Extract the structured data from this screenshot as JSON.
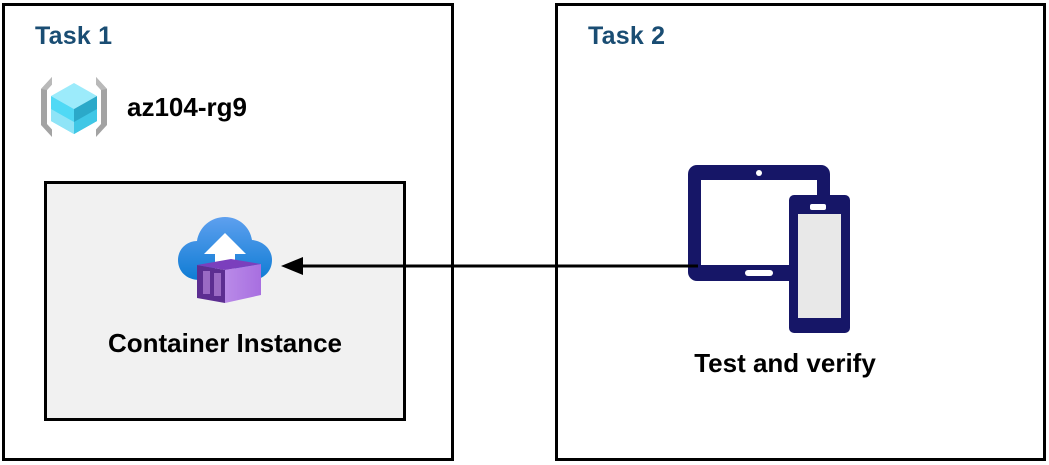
{
  "diagram": {
    "title": "Azure Container Instance deployment and test flow",
    "background_color": "#ffffff",
    "panels": [
      {
        "id": "task1",
        "title": "Task 1",
        "title_color": "#1a4d73",
        "border_color": "#000000",
        "resource_group": {
          "icon": "azure-resource-group-icon",
          "label": "az104-rg9"
        },
        "resource": {
          "icon": "azure-container-instance-icon",
          "label": "Container Instance",
          "box_fill": "#f1f1f1",
          "box_border": "#000000"
        }
      },
      {
        "id": "task2",
        "title": "Task 2",
        "title_color": "#1a4d73",
        "border_color": "#000000",
        "resource": {
          "icon": "tablet-and-phone-devices-icon",
          "label": "Test and verify"
        }
      }
    ],
    "connector": {
      "name": "arrow-task2-to-container-instance",
      "direction": "right-to-left",
      "color": "#000000",
      "from": "Test and verify",
      "to": "Container Instance"
    },
    "colors": {
      "title_blue": "#1a4d73",
      "arrow_black": "#000000",
      "box_grey": "#f1f1f1",
      "device_navy": "#161667",
      "device_screen_grey": "#e8e8e8",
      "cloud_blue_light": "#5ea0ef",
      "cloud_blue_dark": "#0f7cd4",
      "container_purple_light": "#b77fe8",
      "container_purple_dark": "#5c2e91",
      "cube_cyan_light": "#9cebfb",
      "cube_cyan_mid": "#32cdf0",
      "cube_cyan_dark": "#2ba9c9",
      "bracket_grey": "#a3a3a3"
    }
  }
}
